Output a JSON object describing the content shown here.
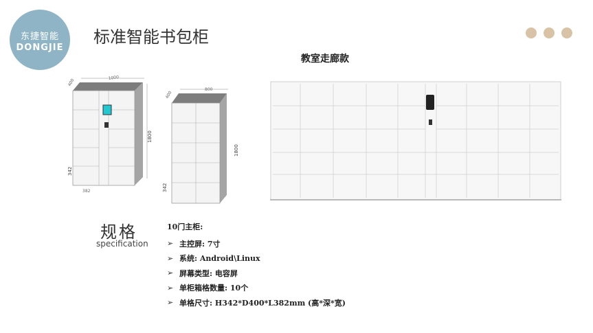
{
  "logo": {
    "cn": "东捷智能",
    "en": "DONGJIE"
  },
  "title": "标准智能书包柜",
  "corridor_title": "教室走廊款",
  "diagram_dims": {
    "front_width": "1000",
    "front_depth": "400",
    "height": "1800",
    "cell_height": "342",
    "cell_width": "382",
    "side_width": "800",
    "side_depth": "400"
  },
  "spec": {
    "title_cn": "规格",
    "title_en": "specification",
    "heading": "10门主柜:",
    "items": [
      "主控屏: 7寸",
      "系统: Android\\Linux",
      "屏幕类型: 电容屏",
      "单柜箱格数量: 10个",
      "单格尺寸: H342*D400*L382mm (高*深*宽)"
    ]
  },
  "colors": {
    "logo_bg": "#8fb4c6",
    "dot": "#d8c3a7",
    "screen": "#21c7d1"
  }
}
